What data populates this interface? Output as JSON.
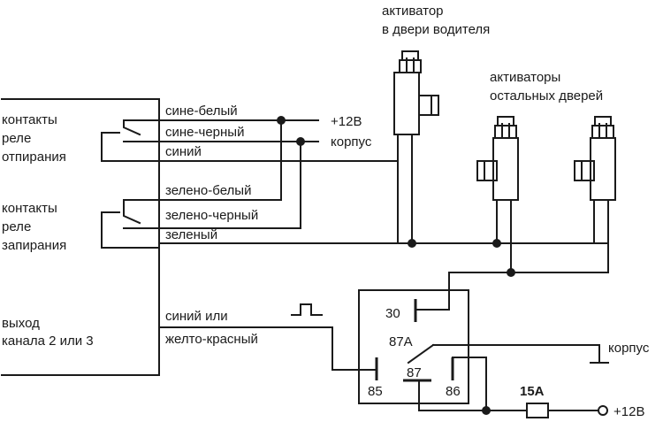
{
  "labels": {
    "driver_actuator_line1": "активатор",
    "driver_actuator_line2": "в двери водителя",
    "other_actuators_line1": "активаторы",
    "other_actuators_line2": "остальных дверей",
    "unlock_line1": "контакты",
    "unlock_line2": "реле",
    "unlock_line3": "отпирания",
    "lock_line1": "контакты",
    "lock_line2": "реле",
    "lock_line3": "запирания",
    "output_line1": "выход",
    "output_line2": "канала 2 или 3",
    "plus12_top": "+12В",
    "ground_top": "корпус",
    "ground_relay": "корпус",
    "plus12_bottom": "+12В",
    "fuse": "15А"
  },
  "wires": {
    "blue_white": "сине-белый",
    "blue_black": "сине-черный",
    "blue": "синий",
    "green_white": "зелено-белый",
    "green_black": "зелено-черный",
    "green": "зеленый",
    "blue_or_line1": "синий или",
    "blue_or_line2": "желто-красный"
  },
  "relay": {
    "pin30": "30",
    "pin87a": "87А",
    "pin87": "87",
    "pin85": "85",
    "pin86": "86"
  },
  "colors": {
    "line": "#1a1a1a",
    "background": "#ffffff"
  }
}
